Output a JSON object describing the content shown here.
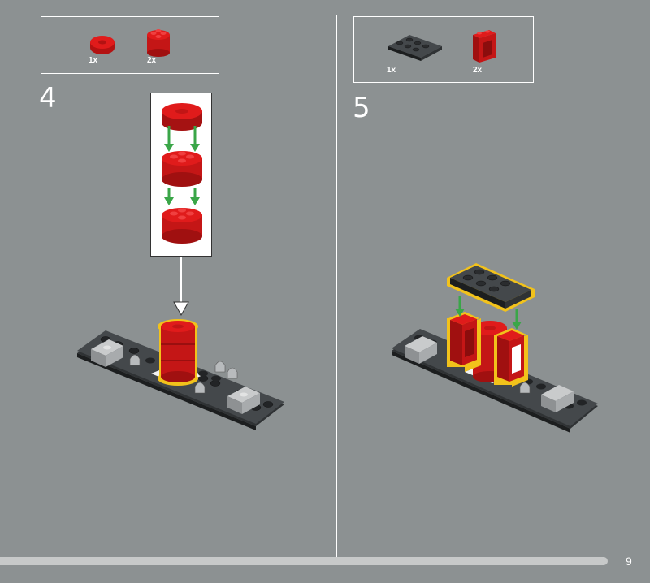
{
  "page": {
    "number": "9"
  },
  "steps": [
    {
      "number": "4",
      "parts": [
        {
          "icon": "red-round-tile-icon",
          "qty": "1x"
        },
        {
          "icon": "red-round-brick-icon",
          "qty": "2x"
        }
      ]
    },
    {
      "number": "5",
      "parts": [
        {
          "icon": "dark-gray-plate-icon",
          "qty": "1x"
        },
        {
          "icon": "red-window-frame-icon",
          "qty": "2x"
        }
      ]
    }
  ],
  "colors": {
    "background": "#8c9192",
    "brick_red": "#e01b1b",
    "dark_gray": "#3a3d40",
    "light_gray": "#a6a9ab",
    "highlight": "#f2c21b",
    "arrow_green": "#3aa648"
  }
}
